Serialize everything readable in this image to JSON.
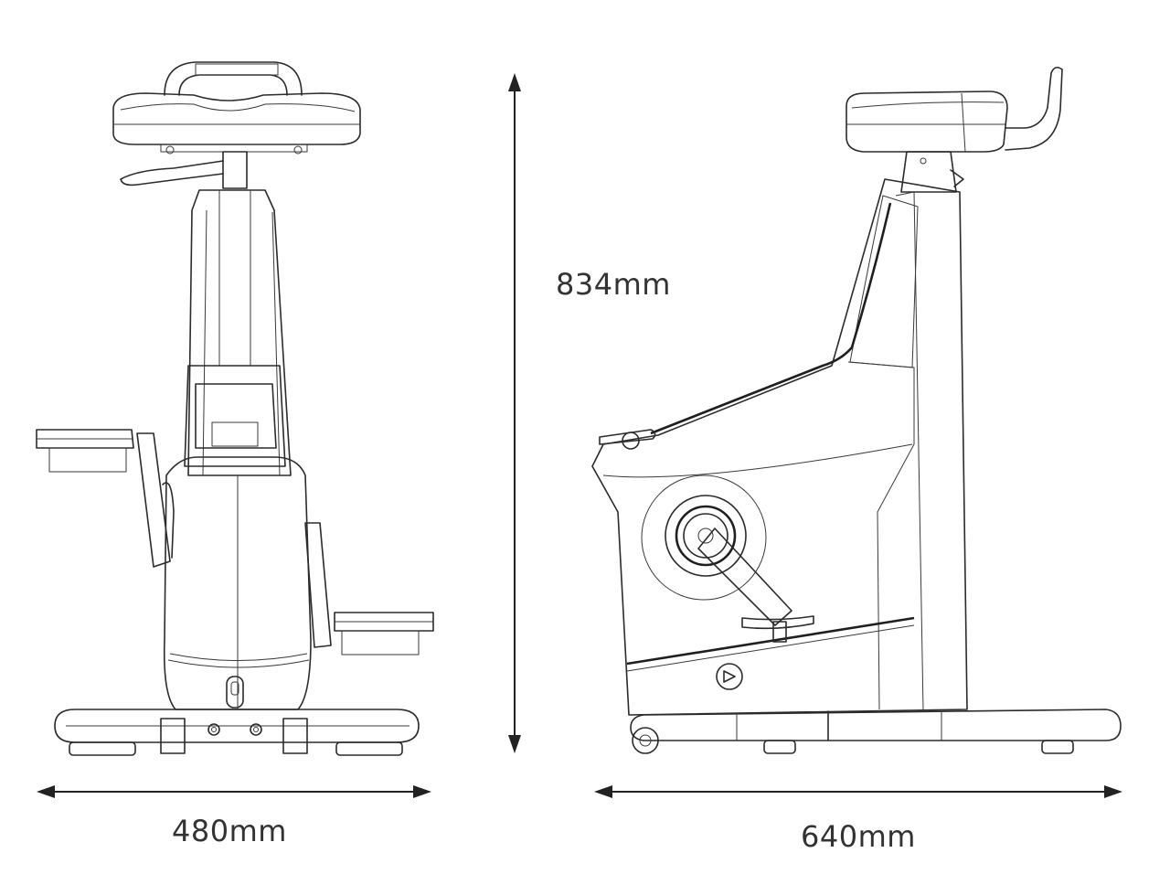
{
  "dimensions": {
    "height": "834mm",
    "front_width": "480mm",
    "side_depth": "640mm"
  }
}
